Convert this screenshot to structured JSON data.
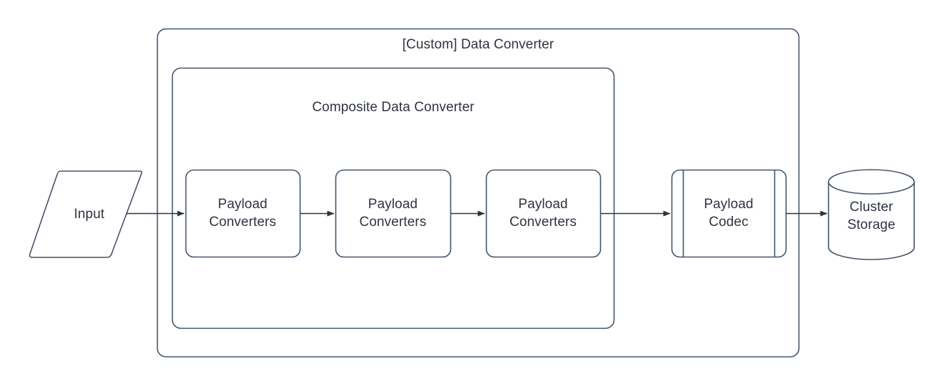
{
  "diagram": {
    "title": "[Custom] Data Converter",
    "type": "flowchart",
    "background_color": "#ffffff",
    "stroke_color": "#44546a",
    "text_color": "#2e3440",
    "fill_color": "#ffffff",
    "groups": [
      {
        "id": "custom-data-converter",
        "label": "[Custom] Data Converter",
        "shape": "rounded-rectangle"
      },
      {
        "id": "composite-data-converter",
        "label": "Composite Data Converter",
        "shape": "rounded-rectangle"
      }
    ],
    "nodes": [
      {
        "id": "input",
        "label": "Input",
        "shape": "parallelogram"
      },
      {
        "id": "payload-converters-1",
        "label": "Payload\nConverters",
        "shape": "rounded-rectangle"
      },
      {
        "id": "payload-converters-2",
        "label": "Payload\nConverters",
        "shape": "rounded-rectangle"
      },
      {
        "id": "payload-converters-3",
        "label": "Payload\nConverters",
        "shape": "rounded-rectangle"
      },
      {
        "id": "payload-codec",
        "label": "Payload\nCodec",
        "shape": "predefined-process"
      },
      {
        "id": "cluster-storage",
        "label": "Cluster\nStorage",
        "shape": "cylinder"
      }
    ],
    "edges": [
      {
        "id": "edge-input-pc1",
        "from": "input",
        "to": "payload-converters-1",
        "arrow": "single"
      },
      {
        "id": "edge-pc1-pc2",
        "from": "payload-converters-1",
        "to": "payload-converters-2",
        "arrow": "single"
      },
      {
        "id": "edge-pc2-pc3",
        "from": "payload-converters-2",
        "to": "payload-converters-3",
        "arrow": "single"
      },
      {
        "id": "edge-pc3-codec",
        "from": "payload-converters-3",
        "to": "payload-codec",
        "arrow": "single"
      },
      {
        "id": "edge-codec-storage",
        "from": "payload-codec",
        "to": "cluster-storage",
        "arrow": "single"
      }
    ]
  }
}
